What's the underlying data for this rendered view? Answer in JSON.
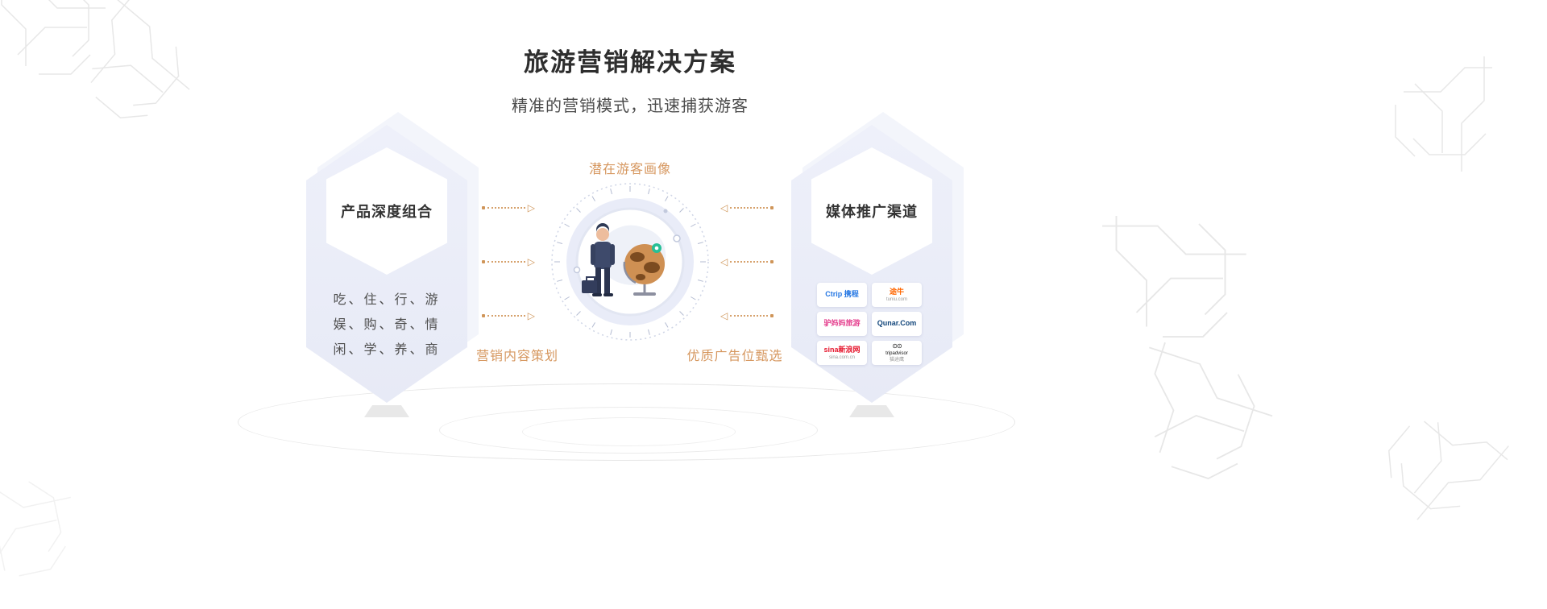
{
  "header": {
    "title": "旅游营销解决方案",
    "subtitle": "精准的营销模式，迅速捕获游客"
  },
  "diagram": {
    "top_label": "潜在游客画像",
    "bottom_left_label": "营销内容策划",
    "bottom_right_label": "优质广告位甄选"
  },
  "left_card": {
    "title": "产品深度组合",
    "lines": [
      "吃、住、行、游",
      "娱、购、奇、情",
      "闲、学、养、商"
    ]
  },
  "right_card": {
    "title": "媒体推广渠道",
    "logos": [
      {
        "name": "ctrip",
        "label": "Ctrip 携程",
        "sub": ""
      },
      {
        "name": "tuniu",
        "label": "途牛",
        "sub": "tuniu.com"
      },
      {
        "name": "lvmama",
        "label": "驴妈妈旅游",
        "sub": ""
      },
      {
        "name": "qunar",
        "label": "Qunar.Com",
        "sub": ""
      },
      {
        "name": "sina",
        "label": "sina新浪网",
        "sub": "sina.com.cn"
      },
      {
        "name": "tripadvisor",
        "label": "tripadvisor",
        "sub": "猫途鹰"
      }
    ]
  },
  "icons": {
    "tripadvisor_owl": "⊙⊙"
  },
  "colors": {
    "accent_orange": "#d6975f",
    "card_bg": "#e9ecf8",
    "inner_hex_bg": "#ffffff",
    "title_text": "#2e2e2e",
    "body_text": "#4f4f4f",
    "pin_green": "#27bf96",
    "brand_ctrip": "#2577e3",
    "brand_tuniu": "#ff6600",
    "brand_lvmama": "#e5418f",
    "brand_qunar": "#11457a",
    "brand_sina": "#e6162d",
    "brand_tripadvisor": "#111111"
  }
}
